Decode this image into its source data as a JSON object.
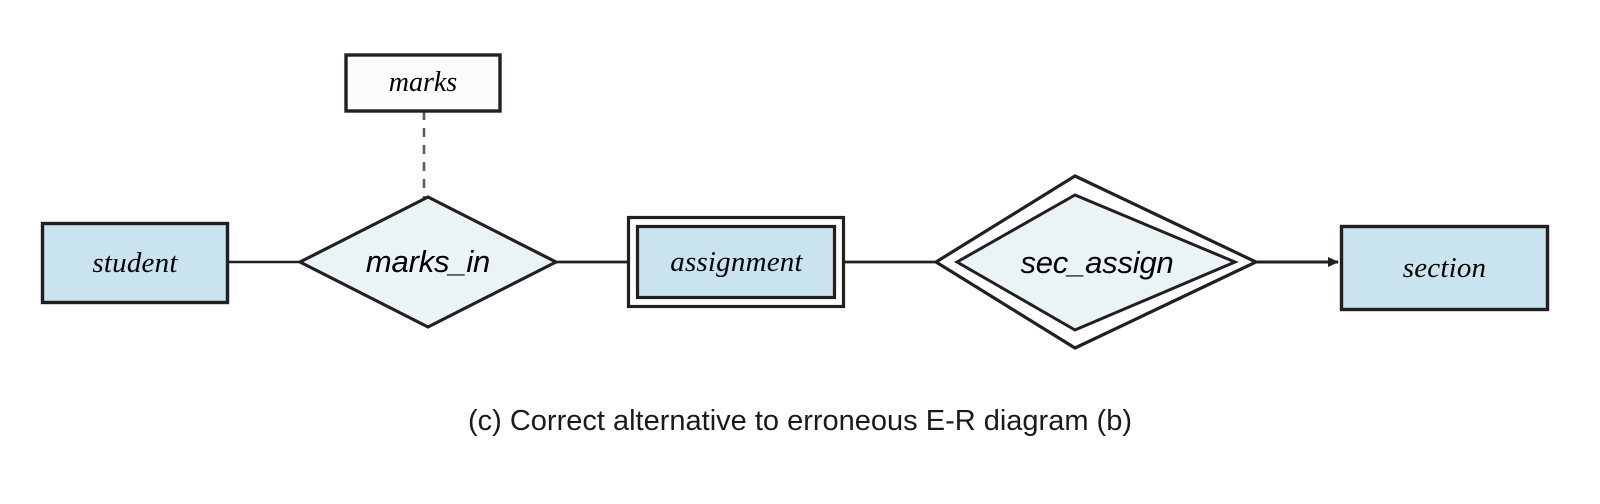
{
  "diagram": {
    "type": "entity-relationship-diagram",
    "caption": "(c) Correct alternative to erroneous E-R diagram (b)",
    "colors": {
      "entity_fill": "#c9e3ef",
      "relationship_fill": "#eaf3f6",
      "attribute_fill": "#fbfbf9",
      "stroke": "#231f20",
      "background": "#ffffff"
    },
    "entities": [
      {
        "id": "student",
        "label": "student",
        "kind": "strong-entity"
      },
      {
        "id": "assignment",
        "label": "assignment",
        "kind": "weak-entity"
      },
      {
        "id": "section",
        "label": "section",
        "kind": "strong-entity"
      }
    ],
    "relationships": [
      {
        "id": "marks_in",
        "label": "marks_in",
        "kind": "relationship"
      },
      {
        "id": "sec_assign",
        "label": "sec_assign",
        "kind": "identifying-relationship"
      }
    ],
    "attributes": [
      {
        "id": "marks",
        "label": "marks",
        "kind": "descriptive-attribute",
        "attached_to": "marks_in"
      }
    ],
    "edges": [
      {
        "from": "student",
        "to": "marks_in",
        "style": "solid",
        "arrow": "none"
      },
      {
        "from": "marks_in",
        "to": "assignment",
        "style": "solid",
        "arrow": "none"
      },
      {
        "from": "assignment",
        "to": "sec_assign",
        "style": "solid",
        "arrow": "none"
      },
      {
        "from": "sec_assign",
        "to": "section",
        "style": "solid",
        "arrow": "target"
      },
      {
        "from": "marks",
        "to": "marks_in",
        "style": "dashed",
        "arrow": "none"
      }
    ]
  }
}
